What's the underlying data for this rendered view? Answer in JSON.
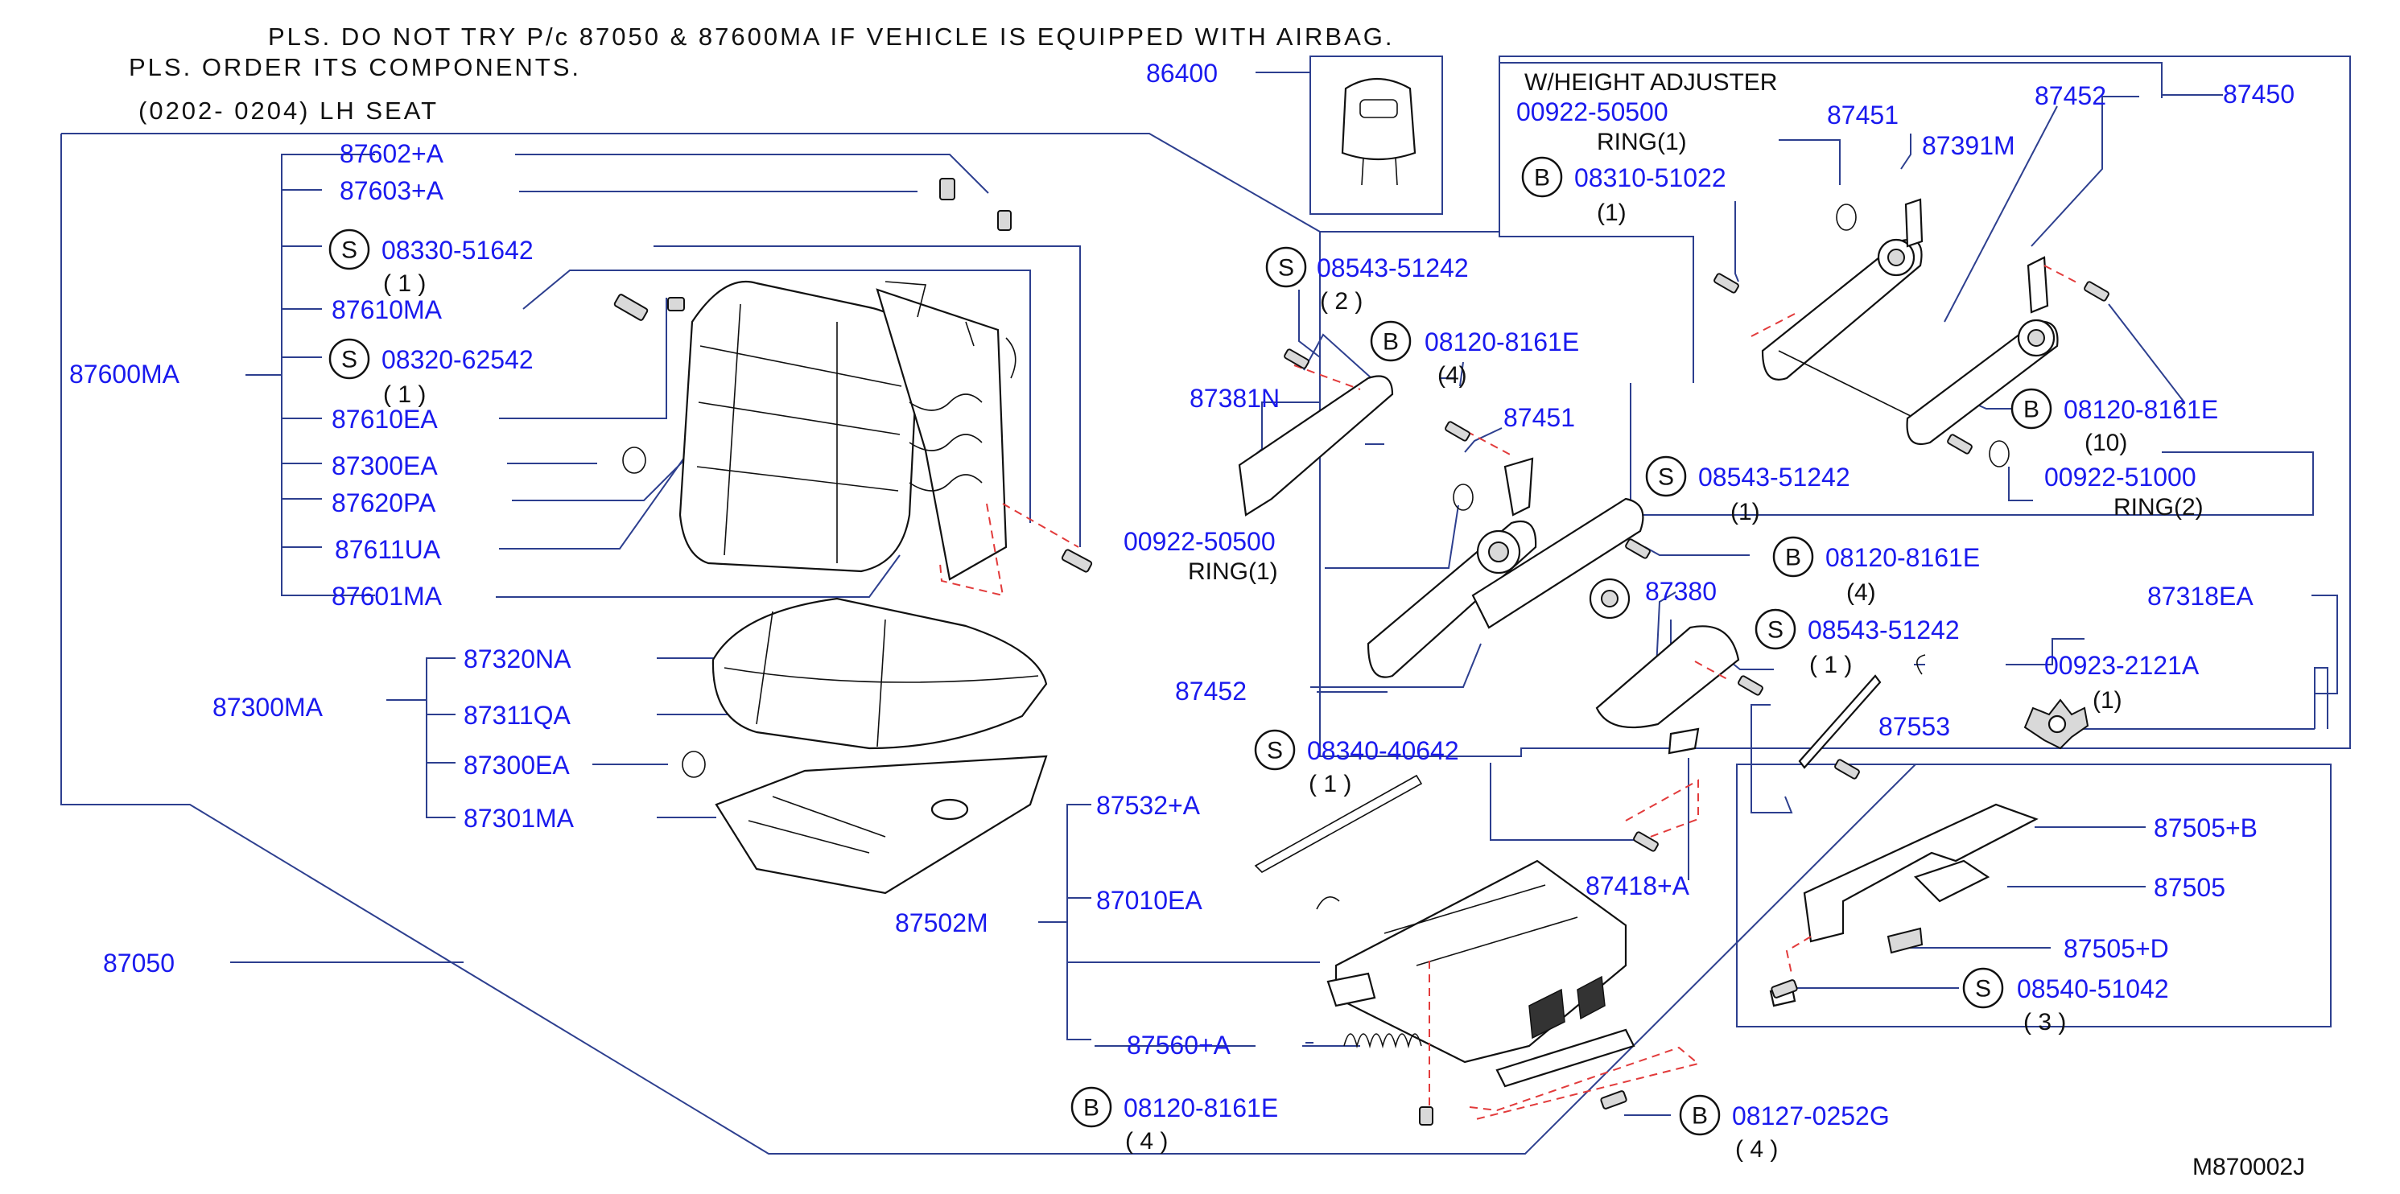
{
  "notes": {
    "line1": "PLS.  DO  NOT  TRY   P/c  87050  &  87600MA   IF  VEHICLE  IS  EQUIPPED  WITH  AIRBAG.",
    "line2": "PLS.  ORDER  ITS  COMPONENTS.",
    "line3": "(0202-   0204)  LH  SEAT",
    "subframe_title": "W/HEIGHT   ADJUSTER"
  },
  "group_labels": {
    "seat_back_assy": "87600MA",
    "seat_cushion_assy": "87300MA",
    "seat_assy": "87050",
    "slide_assy": "87502M",
    "height_adjuster": "87450"
  },
  "labels": {
    "p87602a": "87602+A",
    "p87603a": "87603+A",
    "s08330": "08330-51642",
    "s08330_qty": "(  1  )",
    "p87610ma": "87610MA",
    "s08320": "08320-62542",
    "s08320_qty": "(  1  )",
    "p87610ea": "87610EA",
    "p87300ea_back": "87300EA",
    "p87620pa": "87620PA",
    "p87611ua": "87611UA",
    "p87601ma": "87601MA",
    "p87320na": "87320NA",
    "p87311qa": "87311QA",
    "p87300ea_cush": "87300EA",
    "p87301ma": "87301MA",
    "p86400": "86400",
    "s08543_a": "08543-51242",
    "s08543_a_qty": "(  2   )",
    "b08120_a": "08120-8161E",
    "b08120_a_qty": "(4)",
    "p87381n": "87381N",
    "p87451_mid": "87451",
    "p0092250500_mid": "00922-50500",
    "ring1_mid": "RING(1)",
    "b08120_b": "08120-8161E",
    "b08120_b_qty": "(4)",
    "p87380": "87380",
    "s08543_b": "08543-51242",
    "s08543_b_qty": "(   1   )",
    "p87452_mid": "87452",
    "p87553": "87553",
    "p87318ea": "87318EA",
    "p0092321": "00923-2121A",
    "p0092321_qty": "(1)",
    "s08340": "08340-40642",
    "s08340_qty": "(  1   )",
    "p87418a": "87418+A",
    "p87532a": "87532+A",
    "p87010ea": "87010EA",
    "p87560a": "87560+A",
    "b08120_c": "08120-8161E",
    "b08120_c_qty": "(  4  )",
    "b08127": "08127-0252G",
    "b08127_qty": "(  4  )",
    "p87505b": "87505+B",
    "p87505": "87505",
    "p87505d": "87505+D",
    "s08540": "08540-51042",
    "s08540_qty": "(  3    )",
    "r_0092250500": "00922-50500",
    "r_ring1": "RING(1)",
    "r_87451": "87451",
    "r_87452": "87452",
    "r_87391m": "87391M",
    "r_b08310": "08310-51022",
    "r_b08310_qty": "(1)",
    "r_b08120": "08120-8161E",
    "r_b08120_qty": "(10)",
    "r_s08543": "08543-51242",
    "r_s08543_qty": "(1)",
    "r_0092251000": "00922-51000",
    "r_ring2": "RING(2)",
    "diagram_code": "M870002J"
  },
  "badges": {
    "screw": "S",
    "bolt": "B"
  },
  "colors": {
    "part_number": "#1a1aee",
    "leader": "#2d3f8f",
    "hidden_line": "#e23b3b",
    "text": "#111111"
  }
}
